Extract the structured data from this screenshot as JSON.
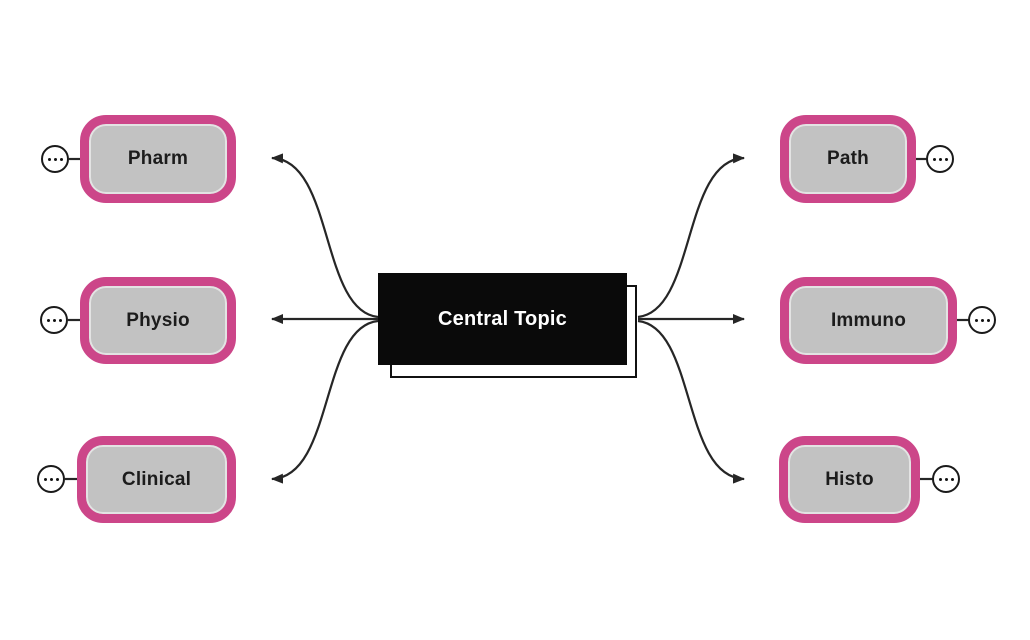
{
  "diagram": {
    "type": "mind-map",
    "central": {
      "label": "Central Topic"
    },
    "nodes": [
      {
        "label": "Pharm",
        "side": "left"
      },
      {
        "label": "Physio",
        "side": "left"
      },
      {
        "label": "Clinical",
        "side": "left"
      },
      {
        "label": "Path",
        "side": "right"
      },
      {
        "label": "Immuno",
        "side": "right"
      },
      {
        "label": "Histo",
        "side": "right"
      }
    ],
    "expand_buttons": {
      "icon": "ellipsis-icon",
      "count": 6
    }
  },
  "colors": {
    "node_fill": "#c2c2c2",
    "node_border": "#cc4689",
    "central_bg": "#0a0a0a",
    "central_text": "#ffffff",
    "arrow": "#262626",
    "canvas_bg": "#ffffff"
  }
}
